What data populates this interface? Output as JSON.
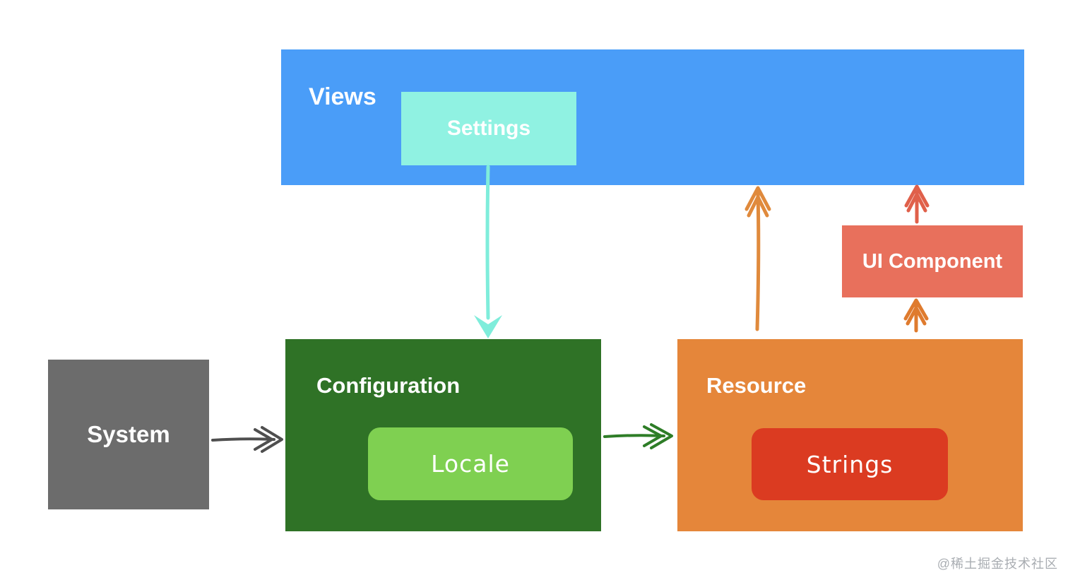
{
  "diagram": {
    "background": "#ffffff",
    "nodes": {
      "views": {
        "label": "Views",
        "color": "#4A9DF8",
        "text_color": "#FFFFFF",
        "type": "container"
      },
      "settings": {
        "label": "Settings",
        "color": "#90F2E2",
        "text_color": "#FFFFFF",
        "parent": "views"
      },
      "system": {
        "label": "System",
        "color": "#6C6C6C",
        "text_color": "#FFFFFF",
        "type": "box"
      },
      "configuration": {
        "label": "Configuration",
        "color": "#2F7226",
        "text_color": "#FFFFFF",
        "type": "container"
      },
      "locale": {
        "label": "Locale",
        "color": "#7FD051",
        "text_color": "#FFFFFF",
        "parent": "configuration"
      },
      "resource": {
        "label": "Resource",
        "color": "#E5863A",
        "text_color": "#FFFFFF",
        "type": "container"
      },
      "strings": {
        "label": "Strings",
        "color": "#DB3B21",
        "text_color": "#FFFFFF",
        "parent": "resource"
      },
      "ui_component": {
        "label": "UI Component",
        "color": "#E8705C",
        "text_color": "#FFFFFF",
        "type": "box"
      }
    },
    "arrows": [
      {
        "id": "system-to-configuration",
        "from": "System",
        "to": "Configuration",
        "direction": "right",
        "color": "#4F4F4F"
      },
      {
        "id": "settings-to-configuration",
        "from": "Settings",
        "to": "Configuration",
        "direction": "down",
        "color": "#7FEDDB"
      },
      {
        "id": "configuration-to-resource",
        "from": "Configuration",
        "to": "Resource",
        "direction": "right",
        "color": "#2E7D27"
      },
      {
        "id": "resource-to-views",
        "from": "Resource",
        "to": "Views",
        "direction": "up",
        "color": "#E08A3C"
      },
      {
        "id": "ui-component-to-views",
        "from": "UI Component",
        "to": "Views",
        "direction": "up",
        "color": "#E0604A"
      },
      {
        "id": "resource-to-ui-component",
        "from": "Resource",
        "to": "UI Component",
        "direction": "up",
        "color": "#DF7B2E"
      }
    ],
    "watermark": "@稀土掘金技术社区"
  }
}
